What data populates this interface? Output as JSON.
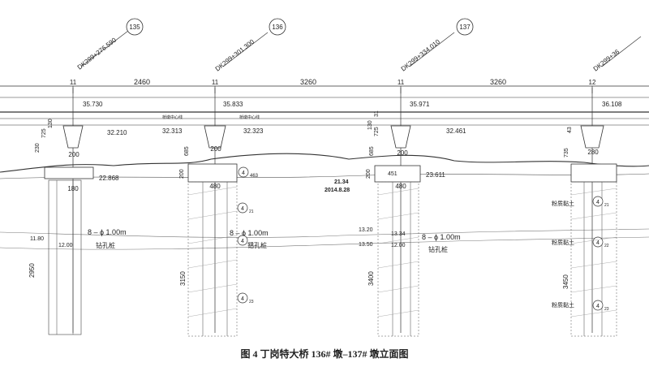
{
  "figure": {
    "caption": "图 4   丁岗特大桥 136# 墩–137# 墩立面图"
  },
  "piers": [
    {
      "number": "135",
      "station": "DK299+276.590",
      "top_width": "11",
      "deck_elev": "35.730",
      "ground_elev": "32.210",
      "cap_width": "200",
      "pile_elev": "22.868",
      "pile_dim": "180",
      "pile_length": "2950",
      "left_dims": [
        "230",
        "725",
        "130"
      ],
      "depth_top": "11.80",
      "depth_bot": "12.00",
      "piles": "8 – ϕ 1.00m",
      "pile_type": "钻孔桩"
    },
    {
      "number": "136",
      "station": "DK299+301.300",
      "top_width": "11",
      "deck_elev": "35.833",
      "ground_elev_left": "32.313",
      "ground_elev_right": "32.323",
      "cap_width": "200",
      "col_height": "685",
      "base_dim": "200",
      "pile_dim": "480",
      "circle_label": "4",
      "circle_sub": "463",
      "pile_length": "3150",
      "piles": "8 – ϕ 1.00m",
      "pile_type": "钻孔桩",
      "centerline_left": "桥墩中心线",
      "centerline_right": "桥墩中心线"
    },
    {
      "number": "137",
      "station": "DK299+334.010",
      "top_width": "11",
      "deck_elev": "35.971",
      "ground_elev": "32.461",
      "cap_width": "200",
      "col_height": "685",
      "left_dims": [
        "130",
        "725",
        "31"
      ],
      "base_dim": "200",
      "pile_dim": "480",
      "cap_label": "451",
      "pile_elev": "23.611",
      "pile_length": "3400",
      "depth_top": "13.20",
      "depth_mid": "13.50",
      "depth_r1": "13.34",
      "depth_r2": "12.00",
      "piles": "8 – ϕ 1.00m",
      "pile_type": "钻孔桩",
      "water_label": "21.34",
      "water_date": "2014.8.28"
    },
    {
      "number": "",
      "station": "DK299+36",
      "top_width": "12",
      "deck_elev": "36.108",
      "cap_width": "280",
      "col_height": "735",
      "left_dims": [
        "43"
      ],
      "pile_length": "3450",
      "layers": [
        "粉质黏土",
        "粉质黏土",
        "粉质黏土"
      ],
      "circle_subs": [
        "21",
        "22",
        "23"
      ]
    }
  ],
  "spans": [
    "2460",
    "3260",
    "3260"
  ],
  "layer_labels": {
    "a21": "21",
    "a22": "22",
    "a23": "23",
    "a4": "4"
  }
}
